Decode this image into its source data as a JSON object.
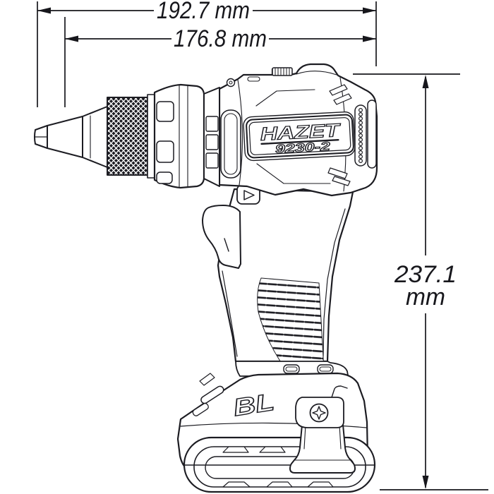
{
  "page": {
    "background": "#ffffff",
    "line_color": "#1c1c22"
  },
  "drawing": {
    "type": "technical-dimension-diagram",
    "subject": "cordless drill driver, side view line drawing",
    "brand": "HAZET",
    "model": "9230-2",
    "battery_marking": "BL",
    "dimensions": {
      "width_outer": {
        "label": "192.7 mm",
        "value_mm": 192.7
      },
      "width_inner": {
        "label": "176.8 mm",
        "value_mm": 176.8
      },
      "height": {
        "value_label": "237.1",
        "unit_label": "mm",
        "value_mm": 237.1
      }
    }
  }
}
